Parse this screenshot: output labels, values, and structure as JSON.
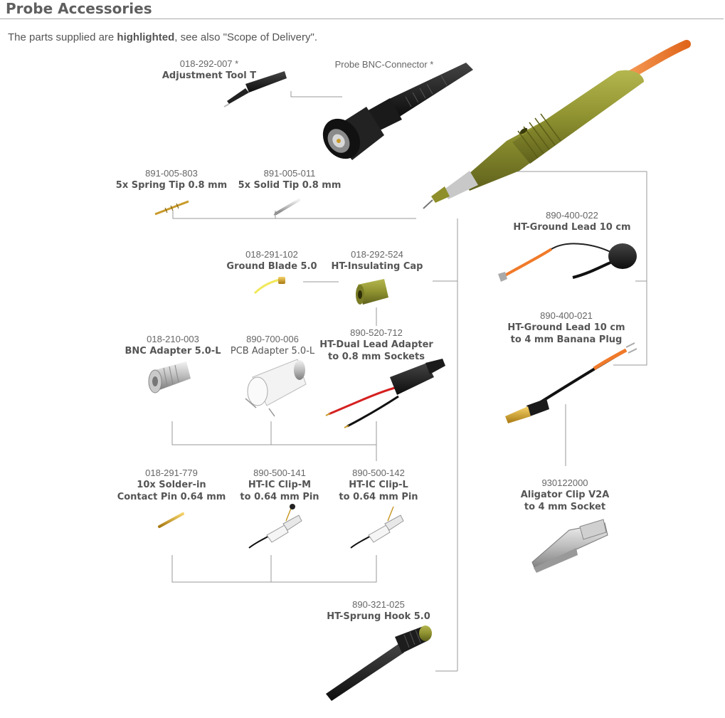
{
  "page": {
    "title": "Probe Accessories",
    "intro": {
      "prefix": "The parts supplied are ",
      "highlight": "highlighted",
      "suffix": ", see also \"Scope of Delivery\"."
    }
  },
  "parts": {
    "adjustment_tool": {
      "number": "018-292-007 *",
      "name": "Adjustment Tool T"
    },
    "bnc_connector": {
      "name": "Probe BNC-Connector *"
    },
    "spring_tip": {
      "number": "891-005-803",
      "name": "5x Spring Tip 0.8 mm"
    },
    "solid_tip": {
      "number": "891-005-011",
      "name": "5x Solid Tip 0.8 mm"
    },
    "ground_blade": {
      "number": "018-291-102",
      "name": "Ground Blade 5.0"
    },
    "insulating_cap": {
      "number": "018-292-524",
      "name": "HT-Insulating Cap"
    },
    "bnc_adapter": {
      "number": "018-210-003",
      "name": "BNC Adapter 5.0-L"
    },
    "pcb_adapter": {
      "number": "890-700-006",
      "name": "PCB Adapter 5.0-L"
    },
    "dual_lead_adapter": {
      "number": "890-520-712",
      "name_line1": "HT-Dual Lead Adapter",
      "name_line2": "to 0.8 mm Sockets"
    },
    "solder_pin": {
      "number": "018-291-779",
      "name_line1": "10x Solder-in",
      "name_line2": "Contact Pin 0.64 mm"
    },
    "clip_m": {
      "number": "890-500-141",
      "name_line1": "HT-IC Clip-M",
      "name_line2": "to 0.64 mm Pin"
    },
    "clip_l": {
      "number": "890-500-142",
      "name_line1": "HT-IC Clip-L",
      "name_line2": "to 0.64 mm Pin"
    },
    "sprung_hook": {
      "number": "890-321-025",
      "name": "HT-Sprung Hook 5.0"
    },
    "ground_lead_10": {
      "number": "890-400-022",
      "name": "HT-Ground Lead 10 cm"
    },
    "ground_lead_banana": {
      "number": "890-400-021",
      "name_line1": "HT-Ground Lead 10 cm",
      "name_line2": "to 4 mm Banana Plug"
    },
    "aligator_clip": {
      "number": "930122000",
      "name_line1": "Aligator Clip V2A",
      "name_line2": "to 4 mm Socket"
    }
  },
  "colors": {
    "probe_body": "#8f9230",
    "probe_cable": "#f07a2a",
    "connector_lines": "#999999"
  }
}
